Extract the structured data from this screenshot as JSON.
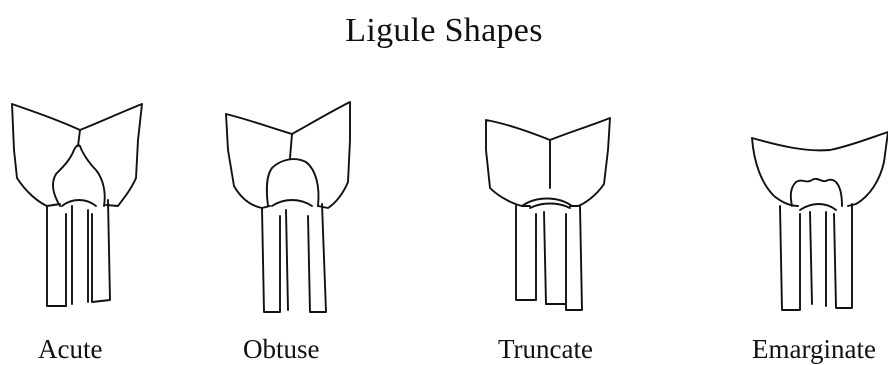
{
  "title": "Ligule Shapes",
  "shapes": [
    {
      "label": "Acute"
    },
    {
      "label": "Obtuse"
    },
    {
      "label": "Truncate"
    },
    {
      "label": "Emarginate"
    }
  ]
}
